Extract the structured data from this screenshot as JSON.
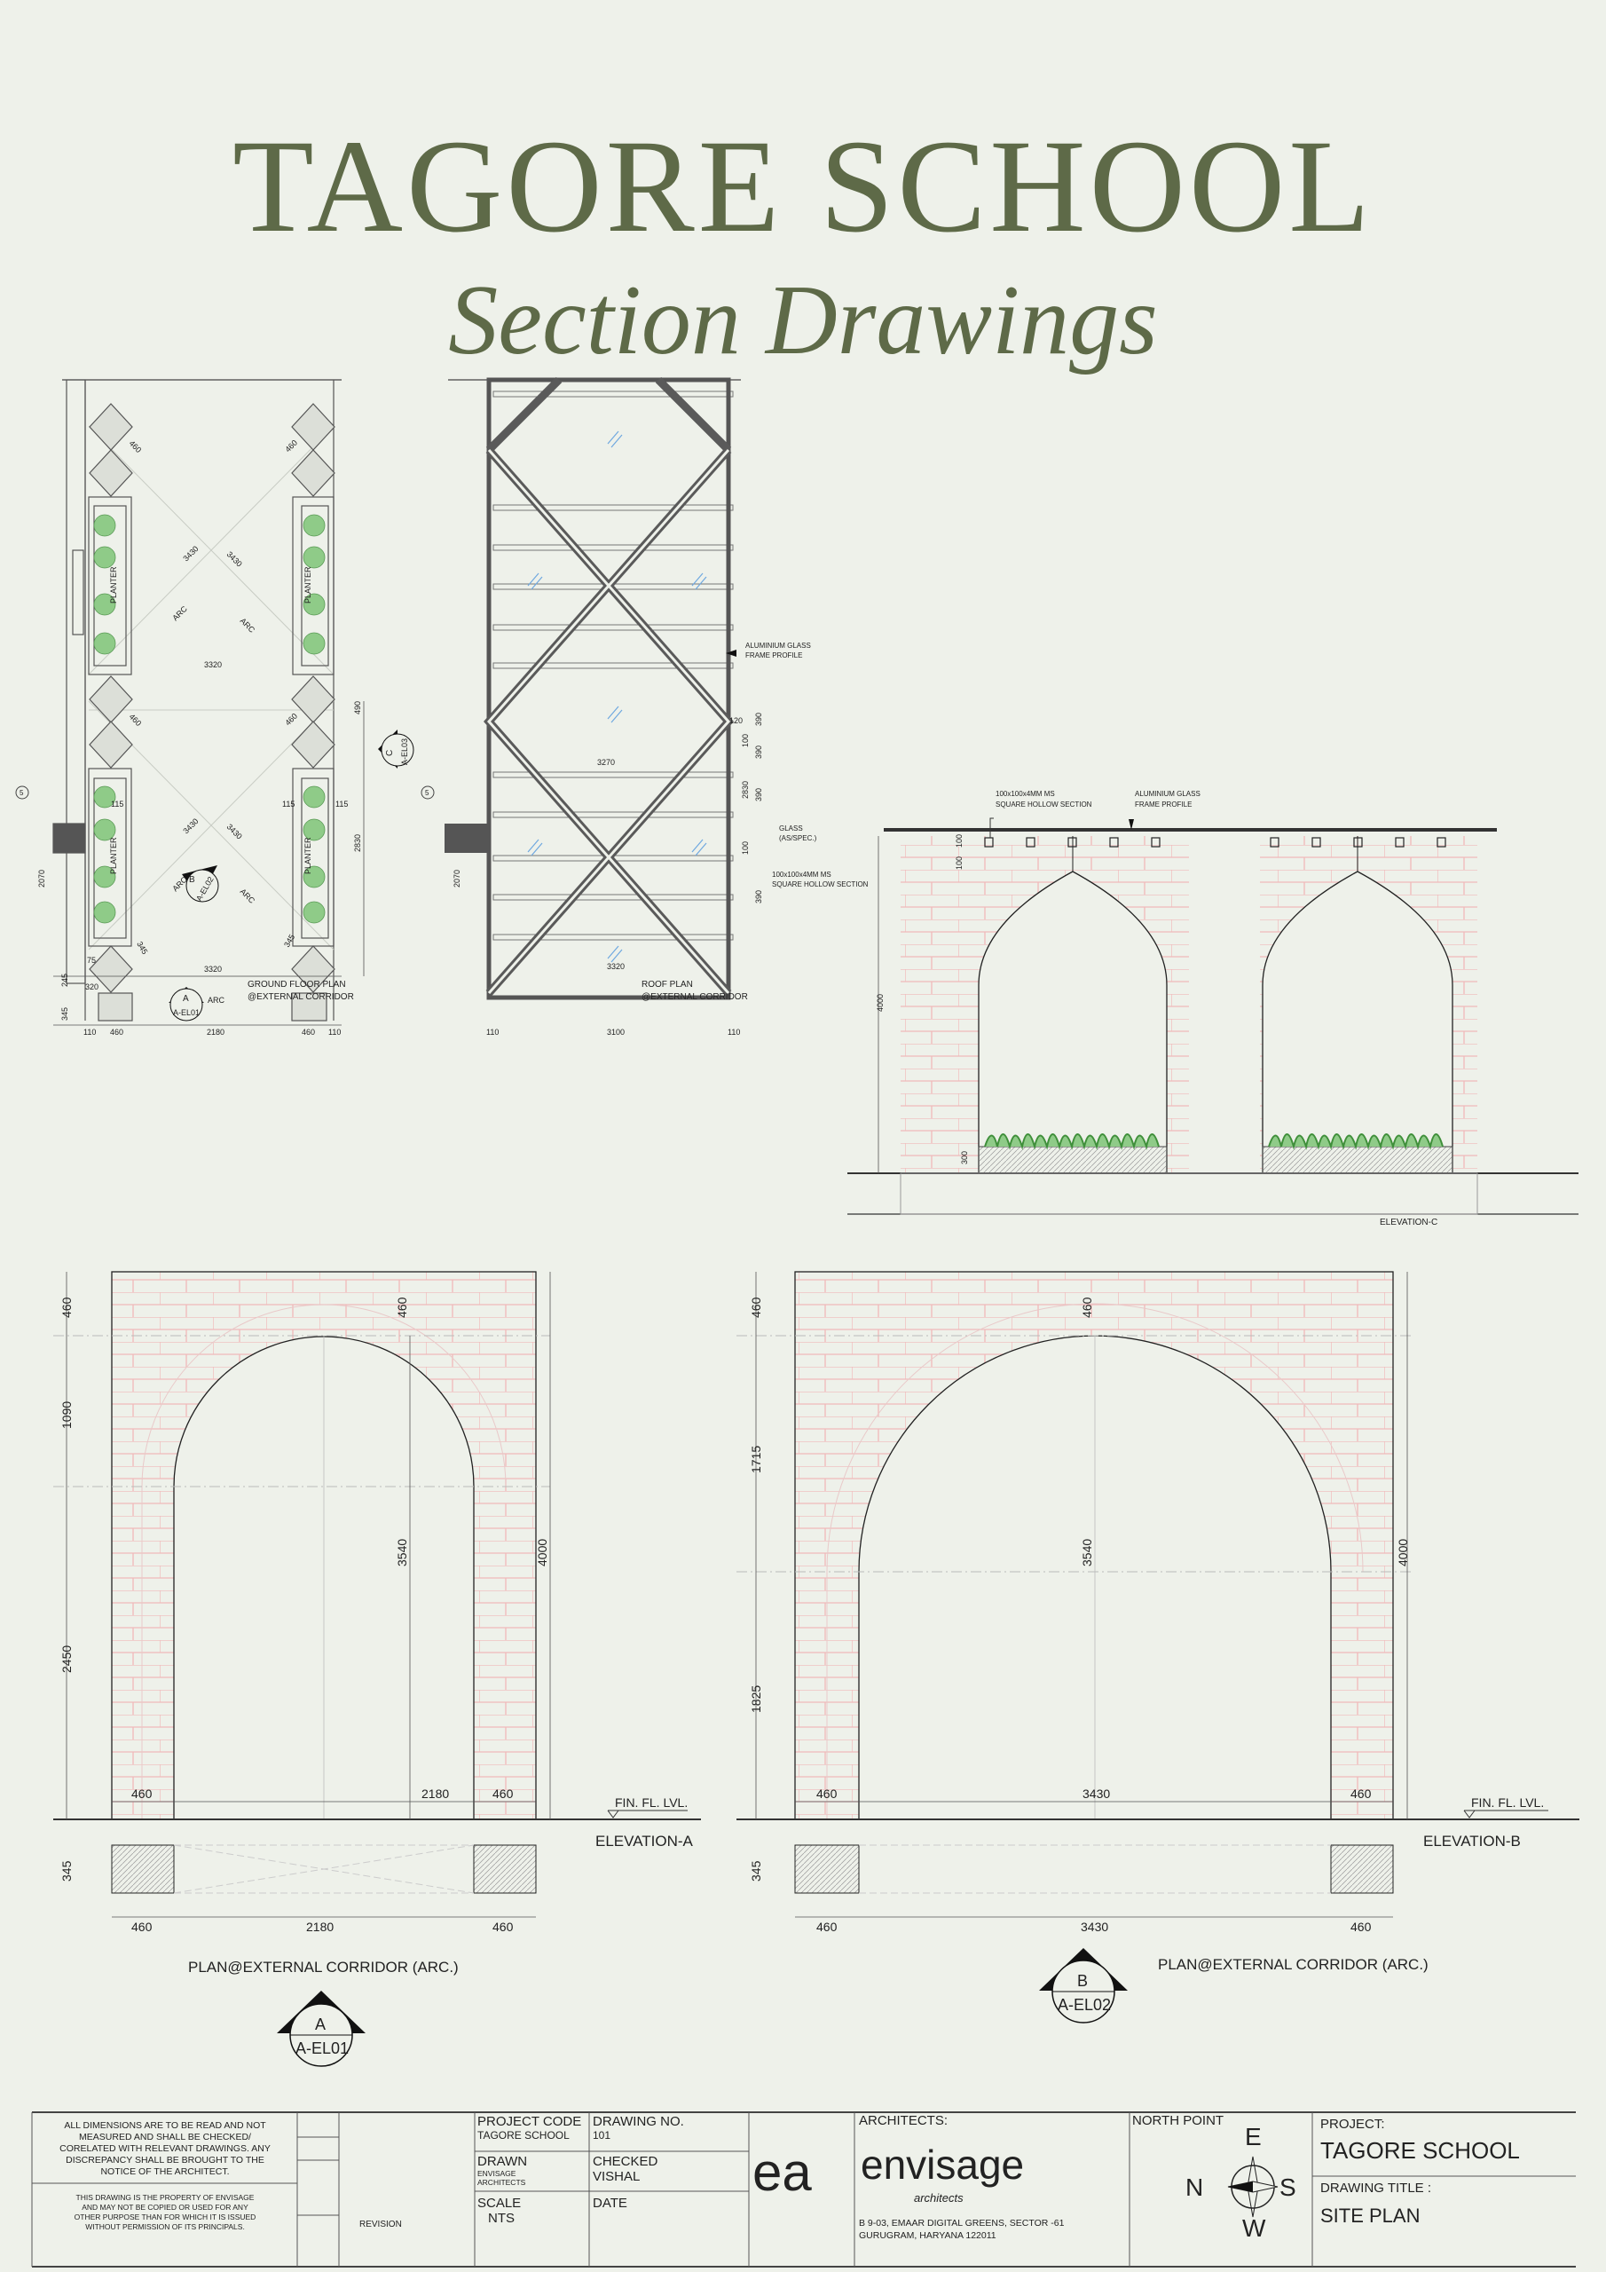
{
  "header": {
    "title": "TAGORE SCHOOL",
    "subtitle": "Section Drawings"
  },
  "colors": {
    "title": "#5e6a48",
    "background": "#eef1ea",
    "brick": "#f0b9b9",
    "planter": "#7dc07a",
    "glass": "#6fa8e0"
  },
  "ground_plan": {
    "label_1": "GROUND FLOOR PLAN",
    "label_2": "@EXTERNAL CORRIDOR",
    "planter": "PLANTER",
    "arc": "ARC",
    "dims": {
      "d460": "460",
      "d3430": "3430",
      "d3320": "3320",
      "d490": "490",
      "d2830": "2830",
      "d115": "115",
      "d345": "345",
      "d75": "75",
      "d245": "245",
      "d320": "320",
      "d110": "110",
      "d2180": "2180",
      "d2070": "2070"
    },
    "grid_5": "5",
    "markers": {
      "a_letter": "A",
      "a_ref": "A-EL01",
      "b_letter": "B",
      "b_ref": "A-EL02",
      "c_letter": "C",
      "c_ref": "A-EL03"
    }
  },
  "roof_plan": {
    "label_1": "ROOF PLAN",
    "label_2": "@EXTERNAL CORRIDOR",
    "note_frame_1": "ALUMINIUM GLASS",
    "note_frame_2": "FRAME PROFILE",
    "note_glass_1": "GLASS",
    "note_glass_2": "(AS/SPEC.)",
    "note_shs_1": "100x100x4MM MS",
    "note_shs_2": "SQUARE HOLLOW SECTION",
    "dims": {
      "d3270": "3270",
      "d3320": "3320",
      "d3100": "3100",
      "d110": "110",
      "d120": "120",
      "d390": "390",
      "d100": "100",
      "d2830": "2830",
      "d2070": "2070"
    },
    "grid_5": "5"
  },
  "elevation_c": {
    "label": "ELEVATION-C",
    "note_shs_1": "100x100x4MM MS",
    "note_shs_2": "SQUARE HOLLOW SECTION",
    "note_frame_1": "ALUMINIUM GLASS",
    "note_frame_2": "FRAME PROFILE",
    "dims": {
      "d4000": "4000",
      "d300": "300",
      "d100": "100"
    }
  },
  "elevation_a": {
    "label": "ELEVATION-A",
    "fin_fl": "FIN. FL. LVL.",
    "plan_label": "PLAN@EXTERNAL CORRIDOR (ARC.)",
    "dims": {
      "top460": "460",
      "d1090": "1090",
      "d2450": "2450",
      "d3540": "3540",
      "d4000": "4000",
      "pier_l": "460",
      "span": "2180",
      "pier_r": "460",
      "top460b": "460",
      "d345": "345",
      "plan_l": "460",
      "plan_span": "2180",
      "plan_r": "460"
    },
    "marker_letter": "A",
    "marker_ref": "A-EL01"
  },
  "elevation_b": {
    "label": "ELEVATION-B",
    "fin_fl": "FIN. FL. LVL.",
    "plan_label": "PLAN@EXTERNAL CORRIDOR (ARC.)",
    "dims": {
      "top460": "460",
      "d1715": "1715",
      "d1825": "1825",
      "d3540": "3540",
      "d4000": "4000",
      "pier_l": "460",
      "span": "3430",
      "pier_r": "460",
      "top460b": "460",
      "d345": "345",
      "plan_l": "460",
      "plan_span": "3430",
      "plan_r": "460"
    },
    "marker_letter": "B",
    "marker_ref": "A-EL02"
  },
  "title_block": {
    "note_1": [
      "ALL DIMENSIONS ARE TO BE READ AND NOT",
      "MEASURED AND SHALL BE CHECKED/",
      "CORELATED WITH RELEVANT DRAWINGS. ANY",
      "DISCREPANCY SHALL BE BROUGHT TO THE",
      "NOTICE OF THE ARCHITECT."
    ],
    "note_2": [
      "THIS DRAWING IS THE PROPERTY OF ENVISAGE",
      "AND MAY NOT BE COPIED OR USED FOR ANY",
      "OTHER PURPOSE THAN FOR WHICH IT IS ISSUED",
      "WITHOUT PERMISSION OF ITS PRINCIPALS."
    ],
    "revision": "REVISION",
    "project_code_label": "PROJECT CODE",
    "project_code": "TAGORE SCHOOL",
    "drawing_no_label": "DRAWING NO.",
    "drawing_no": "101",
    "drawn_label": "DRAWN",
    "drawn_1": "ENVISAGE",
    "drawn_2": "ARCHITECTS",
    "checked_label": "CHECKED",
    "checked": "VISHAL",
    "scale_label": "SCALE",
    "scale": "NTS",
    "date_label": "DATE",
    "architects_label": "ARCHITECTS:",
    "logo_mark": "ea",
    "logo_name": "envisage",
    "logo_sub": "architects",
    "address_1": "B 9-03, EMAAR DIGITAL GREENS, SECTOR -61",
    "address_2": "GURUGRAM, HARYANA 122011",
    "north_point_label": "NORTH POINT",
    "compass": {
      "n": "N",
      "e": "E",
      "s": "S",
      "w": "W"
    },
    "project_label": "PROJECT:",
    "project": "TAGORE SCHOOL",
    "drawing_title_label": "DRAWING TITLE :",
    "drawing_title": "SITE PLAN"
  }
}
